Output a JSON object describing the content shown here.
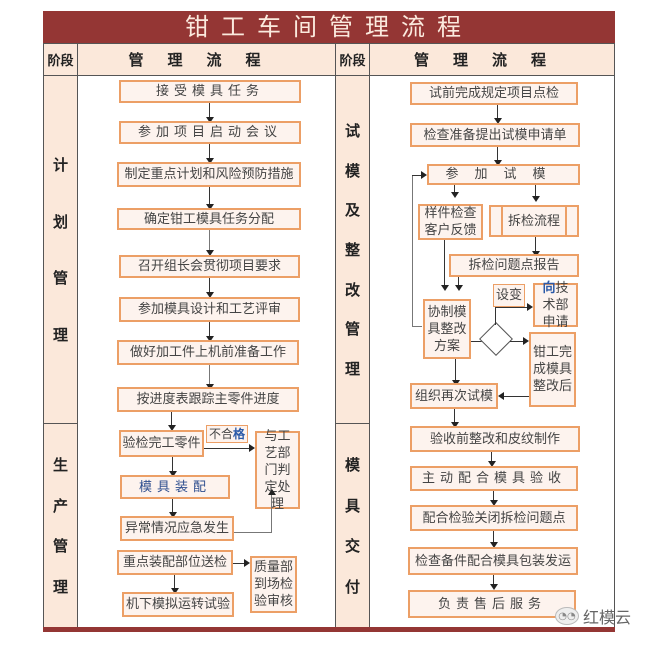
{
  "title": "钳工车间管理流程",
  "header": {
    "left_phase": "阶段",
    "left_title": "管理流程",
    "right_phase": "阶段",
    "right_title": "管理流程"
  },
  "phases": {
    "planning": "计划管理",
    "production": "生产管理",
    "trial": "试模及整改管理",
    "delivery": "模具交付"
  },
  "left": {
    "planning_steps": [
      "接受模具任务",
      "参加项目启动会议",
      "制定重点计划和风险预防措施",
      "确定钳工模具任务分配",
      "召开组长会贯彻项目要求",
      "参加模具设计和工艺评审",
      "做好加工件上机前准备工作",
      "按进度表跟踪主零件进度"
    ],
    "production": {
      "inspect": "验检完工零件",
      "fail_label_a": "不合",
      "fail_label_b": "格",
      "process_dept": "与工艺部门判定处理",
      "assembly": "模具装配",
      "emergency": "异常情况应急发生",
      "key_inspect": "重点装配部位送检",
      "quality_dept": "质量部到场检验审核",
      "trial_run": "机下模拟运转试验"
    }
  },
  "right": {
    "trial": {
      "precheck": "试前完成规定项目点检",
      "apply": "检查准备提出试模申请单",
      "join_trial": "参加试模",
      "sample_feedback": "样件检查客户反馈",
      "disassembly_flow": "拆检流程",
      "disassembly_report": "拆检问题点报告",
      "rectify_plan": "协制模具整改方案",
      "design_change": "设变",
      "tech_apply_a": "向",
      "tech_apply_b": "技术部申请",
      "fitter_done": "钳工完成模具整改后",
      "retrial": "组织再次试模"
    },
    "delivery_steps": [
      "验收前整改和皮纹制作",
      "主动配合模具验收",
      "配合检验关闭拆检问题点",
      "检查备件配合模具包装发运",
      "负责售后服务"
    ]
  },
  "watermark": "红模云",
  "colors": {
    "title_bg": "#943634",
    "header_bg": "#fbe8da",
    "box_border": "#ec9f66",
    "box_fill": "#fdf3ee"
  }
}
